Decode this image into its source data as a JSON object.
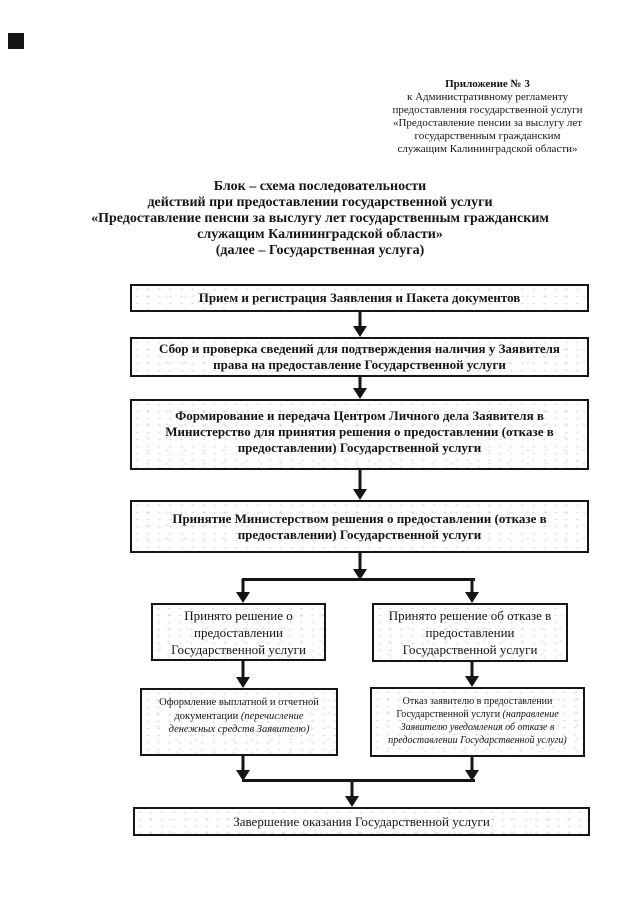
{
  "annex": {
    "lines": [
      "Приложение № 3",
      "к Административному регламенту",
      "предоставления государственной услуги",
      "«Предоставление пенсии за выслугу лет",
      "государственным гражданским",
      "служащим Калининградской области»"
    ]
  },
  "title": {
    "lines": [
      "Блок – схема последовательности",
      "действий при предоставлении государственной услуги",
      "«Предоставление пенсии за выслугу лет государственным гражданским",
      "служащим Калининградской области»",
      "(далее – Государственная услуга)"
    ]
  },
  "flow": {
    "step1": "Прием и регистрация Заявления и Пакета документов",
    "step2_lines": [
      "Сбор и проверка сведений для подтверждения наличия у Заявителя",
      "права на предоставление Государственной услуги"
    ],
    "step3_lines": [
      "Формирование и передача Центром Личного дела Заявителя в",
      "Министерство для принятия решения о предоставлении (отказе в",
      "предоставлении) Государственной услуги"
    ],
    "step4_lines": [
      "Принятие Министерством решения о предоставлении (отказе в",
      "предоставлении) Государственной услуги"
    ],
    "branch_approved_lines": [
      "Принято решение о",
      "предоставлении",
      "Государственной услуги"
    ],
    "branch_denied_lines": [
      "Принято решение об отказе в",
      "предоставлении",
      "Государственной услуги"
    ],
    "approved_action": {
      "main": "Оформление выплатной и отчетной документации ",
      "note": "(перечисление денежных средств Заявителю)"
    },
    "denied_action": {
      "main": "Отказ заявителю в предоставлении Государственной услуги ",
      "note": "(направление Заявителю уведомления об отказе в предоставлении Государственной услуги)"
    },
    "final": "Завершение оказания Государственной услуги"
  },
  "colors": {
    "ink": "#151515",
    "paper": "#ffffff"
  }
}
